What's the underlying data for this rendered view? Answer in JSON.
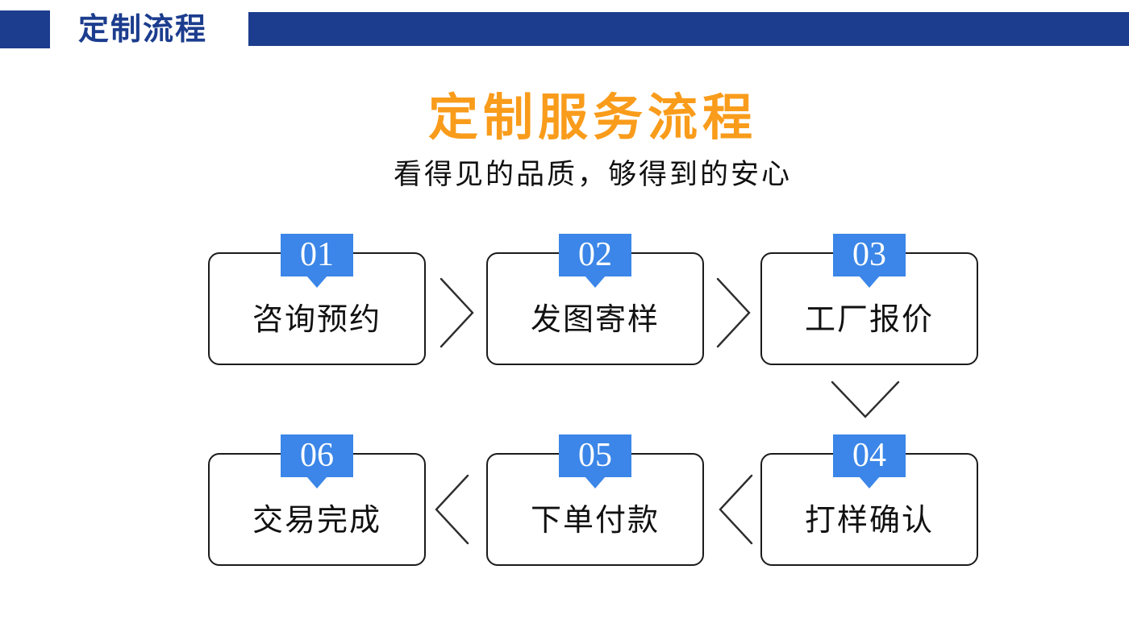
{
  "colors": {
    "navy": "#1c3d8e",
    "badge-blue": "#3b86e8",
    "orange": "#f99c1b",
    "box-border": "#1b1b1b",
    "arrow": "#2d2d2d",
    "text": "#111111"
  },
  "header": {
    "section_title": "定制流程"
  },
  "hero": {
    "title": "定制服务流程",
    "subtitle": "看得见的品质，够得到的安心"
  },
  "flow": {
    "steps": [
      {
        "num": "01",
        "label": "咨询预约"
      },
      {
        "num": "02",
        "label": "发图寄样"
      },
      {
        "num": "03",
        "label": "工厂报价"
      },
      {
        "num": "04",
        "label": "打样确认"
      },
      {
        "num": "05",
        "label": "下单付款"
      },
      {
        "num": "06",
        "label": "交易完成"
      }
    ]
  }
}
